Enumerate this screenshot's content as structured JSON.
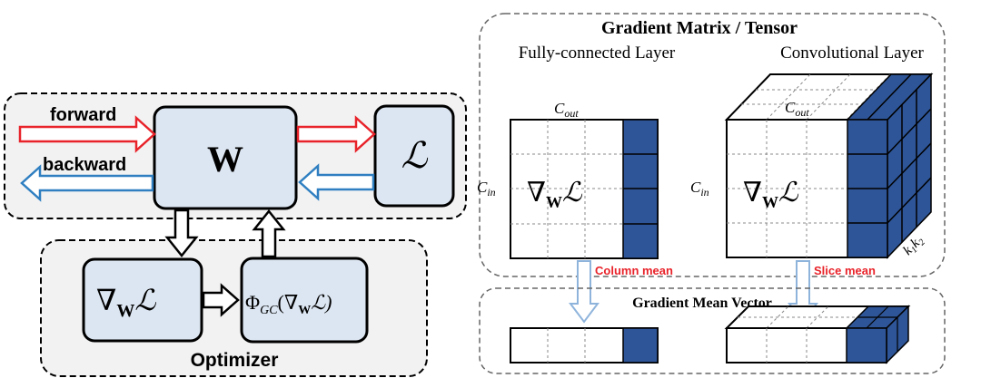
{
  "left_panel": {
    "forward": "forward",
    "backward": "backward",
    "weight_symbol": "W",
    "loss_symbol": "ℒ",
    "gradient_main": "∇",
    "gradient_sub": "W",
    "gradient_loss": "ℒ",
    "gc_phi": "Φ",
    "gc_sub": "GC",
    "gc_open": "(∇",
    "gc_inner_sub": "W",
    "gc_close": "ℒ)",
    "optimizer": "Optimizer"
  },
  "right_panel": {
    "title": "Gradient Matrix / Tensor",
    "fc_caption": "Fully-connected Layer",
    "conv_caption": "Convolutional Layer",
    "c_out": "C",
    "c_out_sub": "out",
    "c_in": "C",
    "c_in_sub": "in",
    "grad_main": "∇",
    "grad_sub": "W",
    "grad_loss": "ℒ",
    "k1": "k",
    "k1_sub": "1",
    "k2": "k",
    "k2_sub": "2",
    "column_mean": "Column mean",
    "slice_mean": "Slice mean",
    "mean_vector_title": "Gradient Mean Vector"
  },
  "colors": {
    "forward_arrow": "#e8232a",
    "backward_arrow": "#2f7fc1",
    "box_fill": "#dce6f2",
    "panel_fill": "#f2f2f2",
    "highlight": "#2e5597",
    "mean_label": "#e8232a",
    "mean_arrow": "#b8d0ea"
  }
}
